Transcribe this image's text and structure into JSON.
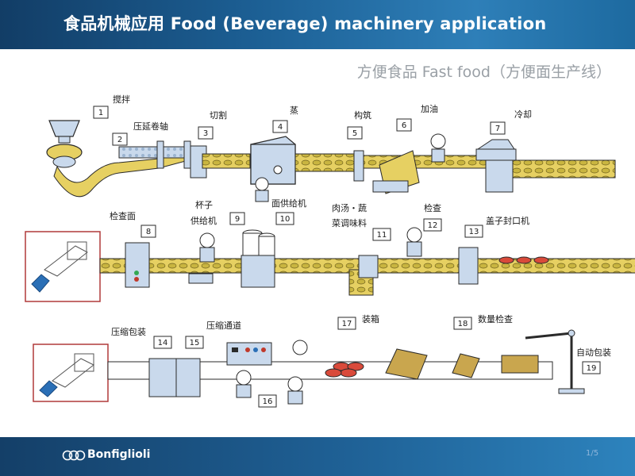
{
  "header": {
    "title": "食品机械应用  Food (Beverage) machinery application"
  },
  "subtitle": "方便食品 Fast food（方便面生产线）",
  "footer": {
    "brand": "Bonfiglioli",
    "page": "1/5"
  },
  "colors": {
    "header": "#1c5f94",
    "machine": "#c9d9ec",
    "conveyor": "#e8d36a",
    "outline": "#2a2a2a"
  },
  "steps": [
    {
      "n": "1",
      "label": "搅拌"
    },
    {
      "n": "2",
      "label": "压延卷轴"
    },
    {
      "n": "3",
      "label": "切割"
    },
    {
      "n": "4",
      "label": "蒸"
    },
    {
      "n": "5",
      "label": "构筑"
    },
    {
      "n": "6",
      "label": "加油"
    },
    {
      "n": "7",
      "label": "冷却"
    },
    {
      "n": "8",
      "label": "检查面"
    },
    {
      "n": "9",
      "label": "杯子供给机"
    },
    {
      "n": "10",
      "label": "面供给机"
    },
    {
      "n": "11",
      "label": "肉汤・蔬菜调味料"
    },
    {
      "n": "12",
      "label": "检查"
    },
    {
      "n": "13",
      "label": "盖子封口机"
    },
    {
      "n": "14",
      "label": "压缩包装"
    },
    {
      "n": "15",
      "label": "压缩通道"
    },
    {
      "n": "16",
      "label": ""
    },
    {
      "n": "17",
      "label": "装箱"
    },
    {
      "n": "18",
      "label": "数量检查"
    },
    {
      "n": "19",
      "label": "自动包装"
    }
  ],
  "text": {
    "l9a": "杯子",
    "l9b": "供给机",
    "l11a": "肉汤・蔬",
    "l11b": "菜调味料"
  }
}
